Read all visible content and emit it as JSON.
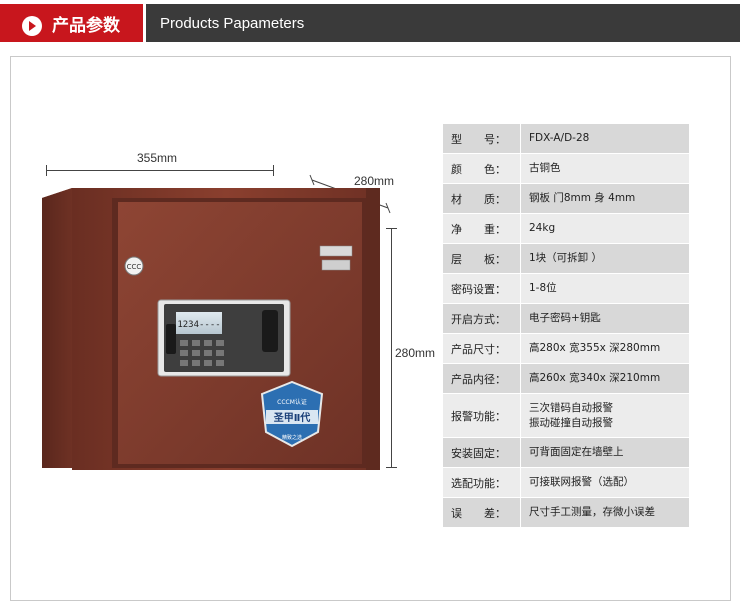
{
  "header": {
    "title_cn": "产品参数",
    "title_en": "Products Papameters"
  },
  "dimensions": {
    "width": "355mm",
    "depth": "280mm",
    "height": "280mm"
  },
  "safe": {
    "badge_text": "圣甲Ⅱ代",
    "badge_sub": "CCCM认证",
    "badge_bottom": "精致之选",
    "display_digits": "1234----"
  },
  "specs": [
    {
      "label": "型　　号：",
      "values": [
        "FDX-A/D-28"
      ]
    },
    {
      "label": "颜　　色：",
      "values": [
        "古铜色"
      ]
    },
    {
      "label": "材　　质：",
      "values": [
        "钢板 门8mm 身 4mm"
      ]
    },
    {
      "label": "净　　重：",
      "values": [
        "24kg"
      ]
    },
    {
      "label": "层　　板：",
      "values": [
        "1块（可拆卸 ）"
      ]
    },
    {
      "label": "密码设置：",
      "values": [
        "1-8位"
      ]
    },
    {
      "label": "开启方式：",
      "values": [
        "电子密码+钥匙"
      ]
    },
    {
      "label": "产品尺寸：",
      "values": [
        "高280x 宽355x 深280mm"
      ]
    },
    {
      "label": "产品内径：",
      "values": [
        "高260x 宽340x 深210mm"
      ]
    },
    {
      "label": "报警功能：",
      "values": [
        "三次错码自动报警",
        "振动碰撞自动报警"
      ]
    },
    {
      "label": "安装固定：",
      "values": [
        "可背面固定在墙壁上"
      ]
    },
    {
      "label": "选配功能：",
      "values": [
        "可接联网报警（选配）"
      ]
    },
    {
      "label": "误　　差：",
      "values": [
        "尺寸手工测量，存微小误差"
      ]
    }
  ]
}
